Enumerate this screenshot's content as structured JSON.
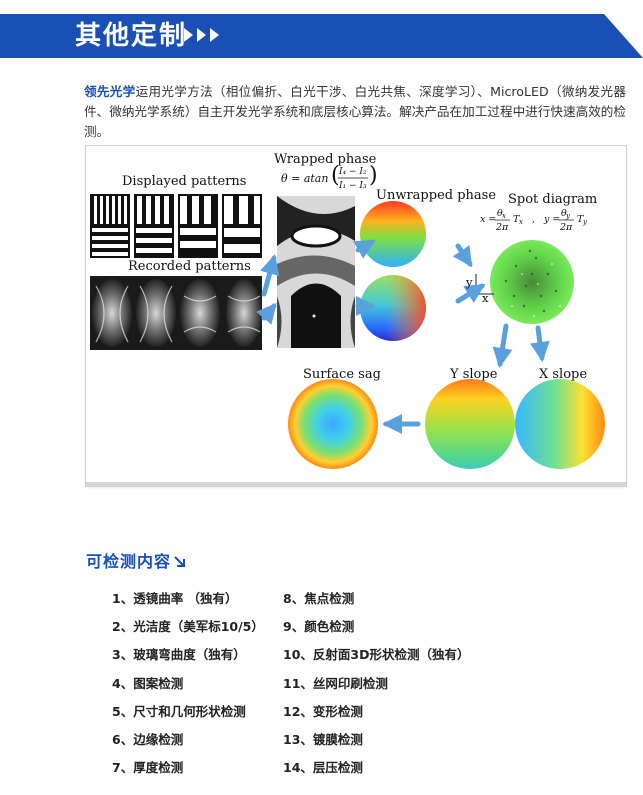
{
  "header": {
    "title": "其他定制"
  },
  "intro": {
    "brand": "领先光学",
    "text": "运用光学方法（相位偏折、白光干涉、白光共焦、深度学习）、MicroLED（微纳发光器件、微纳光学系统）自主开发光学系统和底层核心算法。解决产品在加工过程中进行快速高效的检测。"
  },
  "figure": {
    "wrapped_phase": "Wrapped phase",
    "displayed_patterns": "Displayed patterns",
    "recorded_patterns": "Recorded patterns",
    "unwrapped_phase": "Unwrapped phase",
    "spot_diagram": "Spot diagram",
    "surface_sag": "Surface sag",
    "y_slope": "Y slope",
    "x_slope": "X slope",
    "axis_y": "y",
    "axis_x": "x"
  },
  "section": {
    "title": "可检测内容"
  },
  "items_left": [
    "1、透镜曲率 （独有）",
    "2、光洁度（美军标10/5）",
    "3、玻璃弯曲度（独有）",
    "4、图案检测",
    "5、尺寸和几何形状检测",
    "6、边缘检测",
    "7、厚度检测"
  ],
  "items_right": [
    "8、焦点检测",
    "9、颜色检测",
    "10、反射面3D形状检测（独有）",
    "11、丝网印刷检测",
    "12、变形检测",
    "13、镀膜检测",
    "14、层压检测"
  ],
  "colors": {
    "brand_blue": "#1a4fb5",
    "arrow_blue": "#5aa0dc"
  }
}
